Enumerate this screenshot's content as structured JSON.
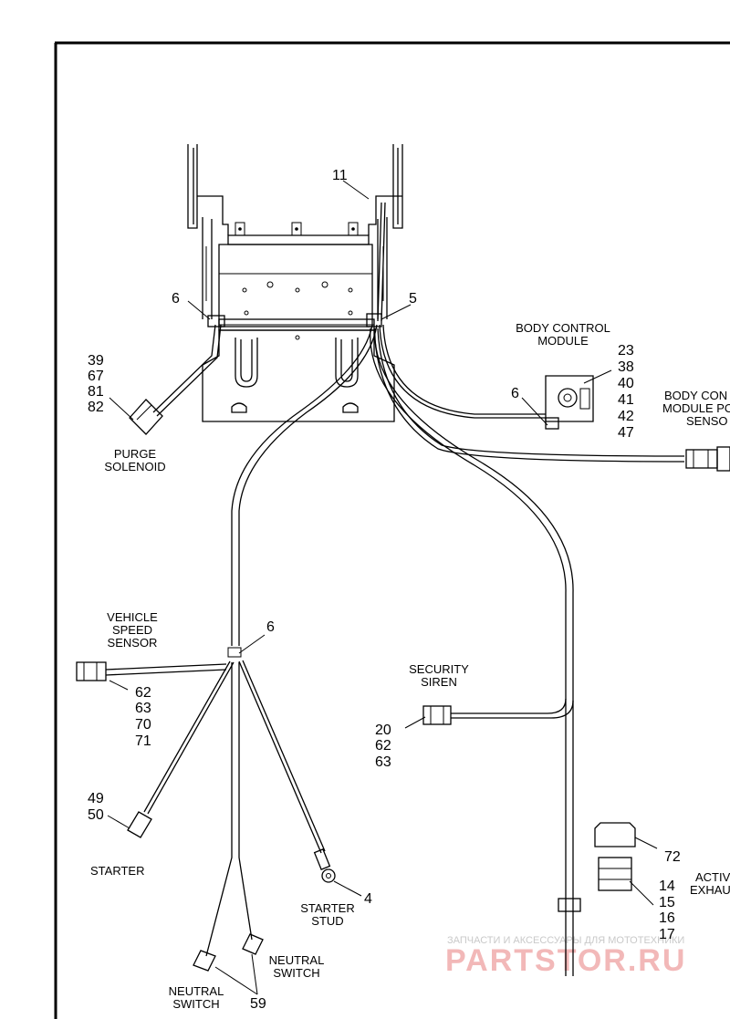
{
  "components": {
    "purge_solenoid": {
      "label": [
        "PURGE",
        "SOLENOID"
      ],
      "refs": [
        "39",
        "67",
        "81",
        "82"
      ]
    },
    "body_control_module": {
      "label": [
        "BODY CONTROL",
        "MODULE"
      ],
      "refs": [
        "23",
        "38",
        "40",
        "41",
        "42",
        "47"
      ],
      "clamp_ref": "6"
    },
    "body_control_module_sensor": {
      "label": [
        "BODY CON",
        "MODULE PO",
        "SENSO"
      ]
    },
    "vehicle_speed_sensor": {
      "label": [
        "VEHICLE",
        "SPEED",
        "SENSOR"
      ],
      "refs": [
        "62",
        "63",
        "70",
        "71"
      ]
    },
    "security_siren": {
      "label": [
        "SECURITY",
        "SIREN"
      ],
      "refs": [
        "20",
        "62",
        "63"
      ]
    },
    "starter": {
      "label": [
        "STARTER"
      ],
      "refs": [
        "49",
        "50"
      ]
    },
    "starter_stud": {
      "label": [
        "STARTER",
        "STUD"
      ],
      "ref": "4"
    },
    "neutral_switch_right": {
      "label": [
        "NEUTRAL",
        "SWITCH"
      ]
    },
    "neutral_switch_left": {
      "label": [
        "NEUTRAL",
        "SWITCH"
      ],
      "ref": "59"
    },
    "active_exhaust": {
      "label": [
        "ACTIV",
        "EXHAU"
      ],
      "cap_ref": "72",
      "refs": [
        "14",
        "15",
        "16",
        "17"
      ]
    }
  },
  "callouts": {
    "harness": "11",
    "clamp_left": "6",
    "clamp_right": "5",
    "clamp_junction": "6"
  },
  "watermark": {
    "line1": "ЗАПЧАСТИ И АКСЕССУАРЫ ДЛЯ МОТОТЕХНИКИ",
    "line2": "PARTSTOR.RU"
  }
}
